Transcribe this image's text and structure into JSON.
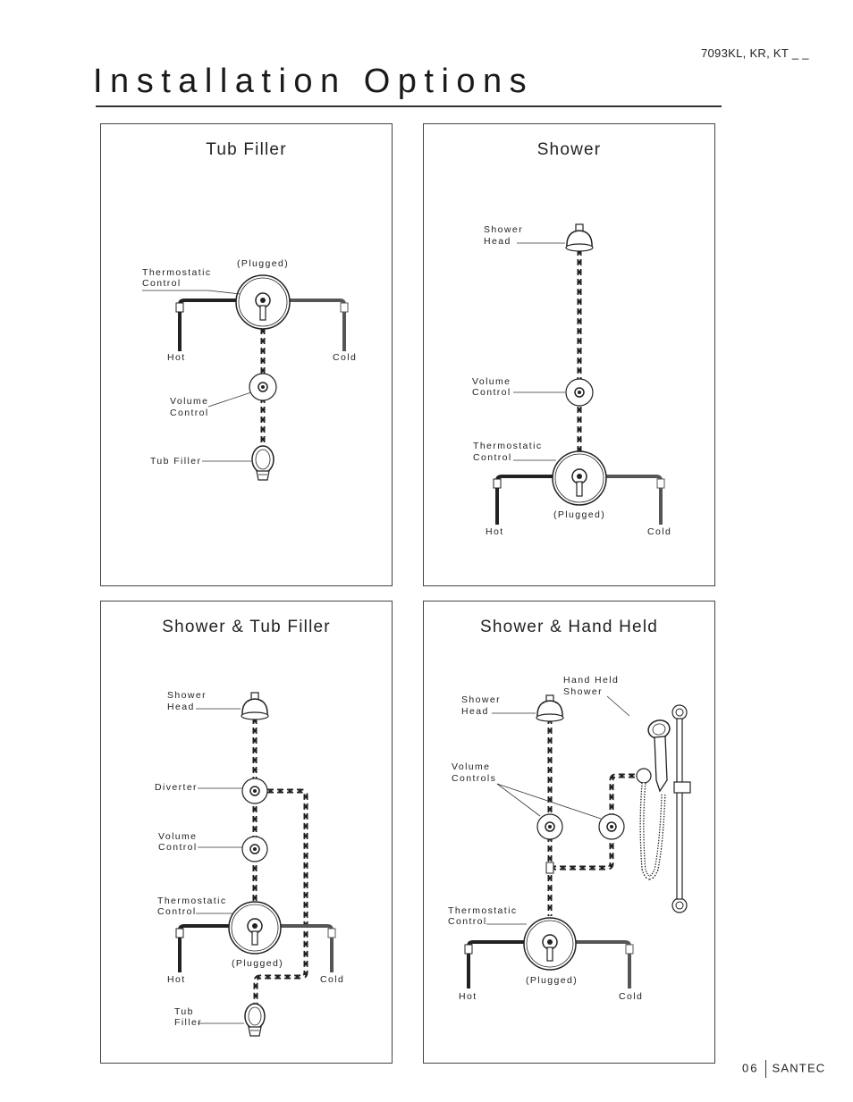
{
  "header": {
    "model": "7093KL, KR, KT _ _",
    "title": "Installation Options"
  },
  "panels": {
    "tub_filler": {
      "title": "Tub Filler",
      "thermostatic": "Thermostatic",
      "control": "Control",
      "plugged": "(Plugged)",
      "hot": "Hot",
      "cold": "Cold",
      "volume": "Volume",
      "volume_control": "Control",
      "tub_filler": "Tub Filler"
    },
    "shower": {
      "title": "Shower",
      "shower": "Shower",
      "head": "Head",
      "volume": "Volume",
      "volume_control": "Control",
      "thermostatic": "Thermostatic",
      "control": "Control",
      "plugged": "(Plugged)",
      "hot": "Hot",
      "cold": "Cold"
    },
    "shower_tub": {
      "title": "Shower & Tub Filler",
      "shower": "Shower",
      "head": "Head",
      "diverter": "Diverter",
      "volume": "Volume",
      "volume_control": "Control",
      "thermostatic": "Thermostatic",
      "control": "Control",
      "plugged": "(Plugged)",
      "hot": "Hot",
      "cold": "Cold",
      "tub": "Tub",
      "filler": "Filler"
    },
    "shower_hand": {
      "title": "Shower & Hand Held",
      "hand_held": "Hand Held",
      "hand_shower": "Shower",
      "shower": "Shower",
      "head": "Head",
      "volume": "Volume",
      "controls": "Controls",
      "thermostatic": "Thermostatic",
      "control": "Control",
      "plugged": "(Plugged)",
      "hot": "Hot",
      "cold": "Cold"
    }
  },
  "footer": {
    "page": "06",
    "brand": "SANTEC"
  }
}
